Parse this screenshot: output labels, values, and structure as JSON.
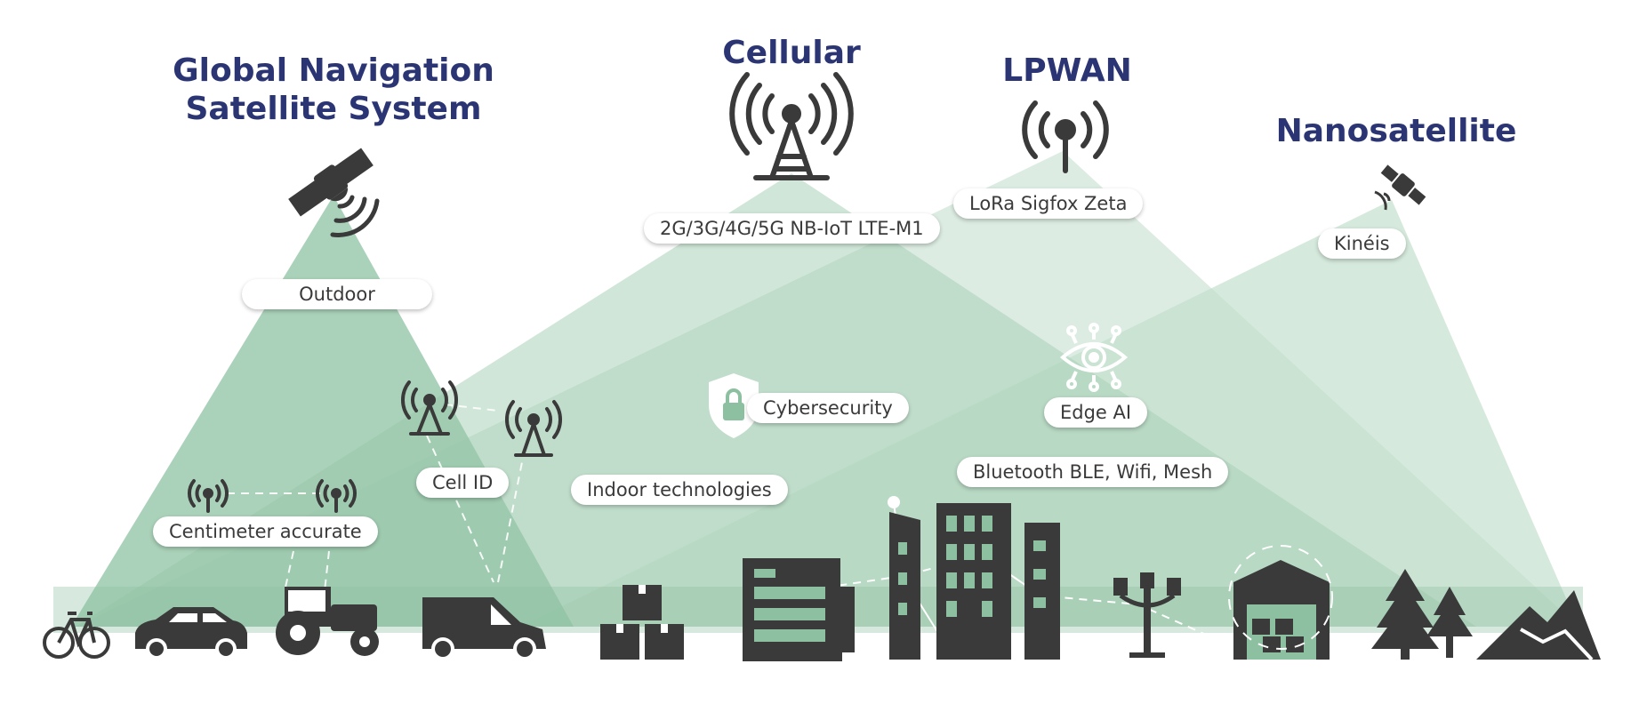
{
  "titles": {
    "gnss_line1": "Global Navigation",
    "gnss_line2": "Satellite System",
    "cellular": "Cellular",
    "lpwan": "LPWAN",
    "nanosatellite": "Nanosatellite"
  },
  "labels": {
    "outdoor": "Outdoor",
    "cellular_tech": "2G/3G/4G/5G NB-IoT LTE-M1",
    "lpwan_tech": "LoRa  Sigfox  Zeta",
    "kineis": "Kinéis",
    "cybersecurity": "Cybersecurity",
    "edge_ai": "Edge AI",
    "bluetooth": "Bluetooth BLE, Wifi, Mesh",
    "cell_id": "Cell ID",
    "indoor": "Indoor technologies",
    "centimeter": "Centimeter accurate"
  },
  "colors": {
    "title": "#2b3574",
    "icon_dark": "#3a3a3a",
    "beam_light": "#d6e9dd",
    "beam_mid": "#b9dac5",
    "beam_dark": "#95c6a8",
    "ground": "#8cc0a0"
  },
  "icons": [
    "satellite-icon",
    "cell-tower-icon",
    "lpwan-antenna-icon",
    "nanosatellite-icon",
    "shield-lock-icon",
    "ai-eye-icon",
    "bicycle-icon",
    "car-icon",
    "tractor-icon",
    "van-icon",
    "boxes-icon",
    "factory-icon",
    "building-icon",
    "street-lamp-icon",
    "warehouse-icon",
    "trees-icon",
    "mountain-icon"
  ]
}
